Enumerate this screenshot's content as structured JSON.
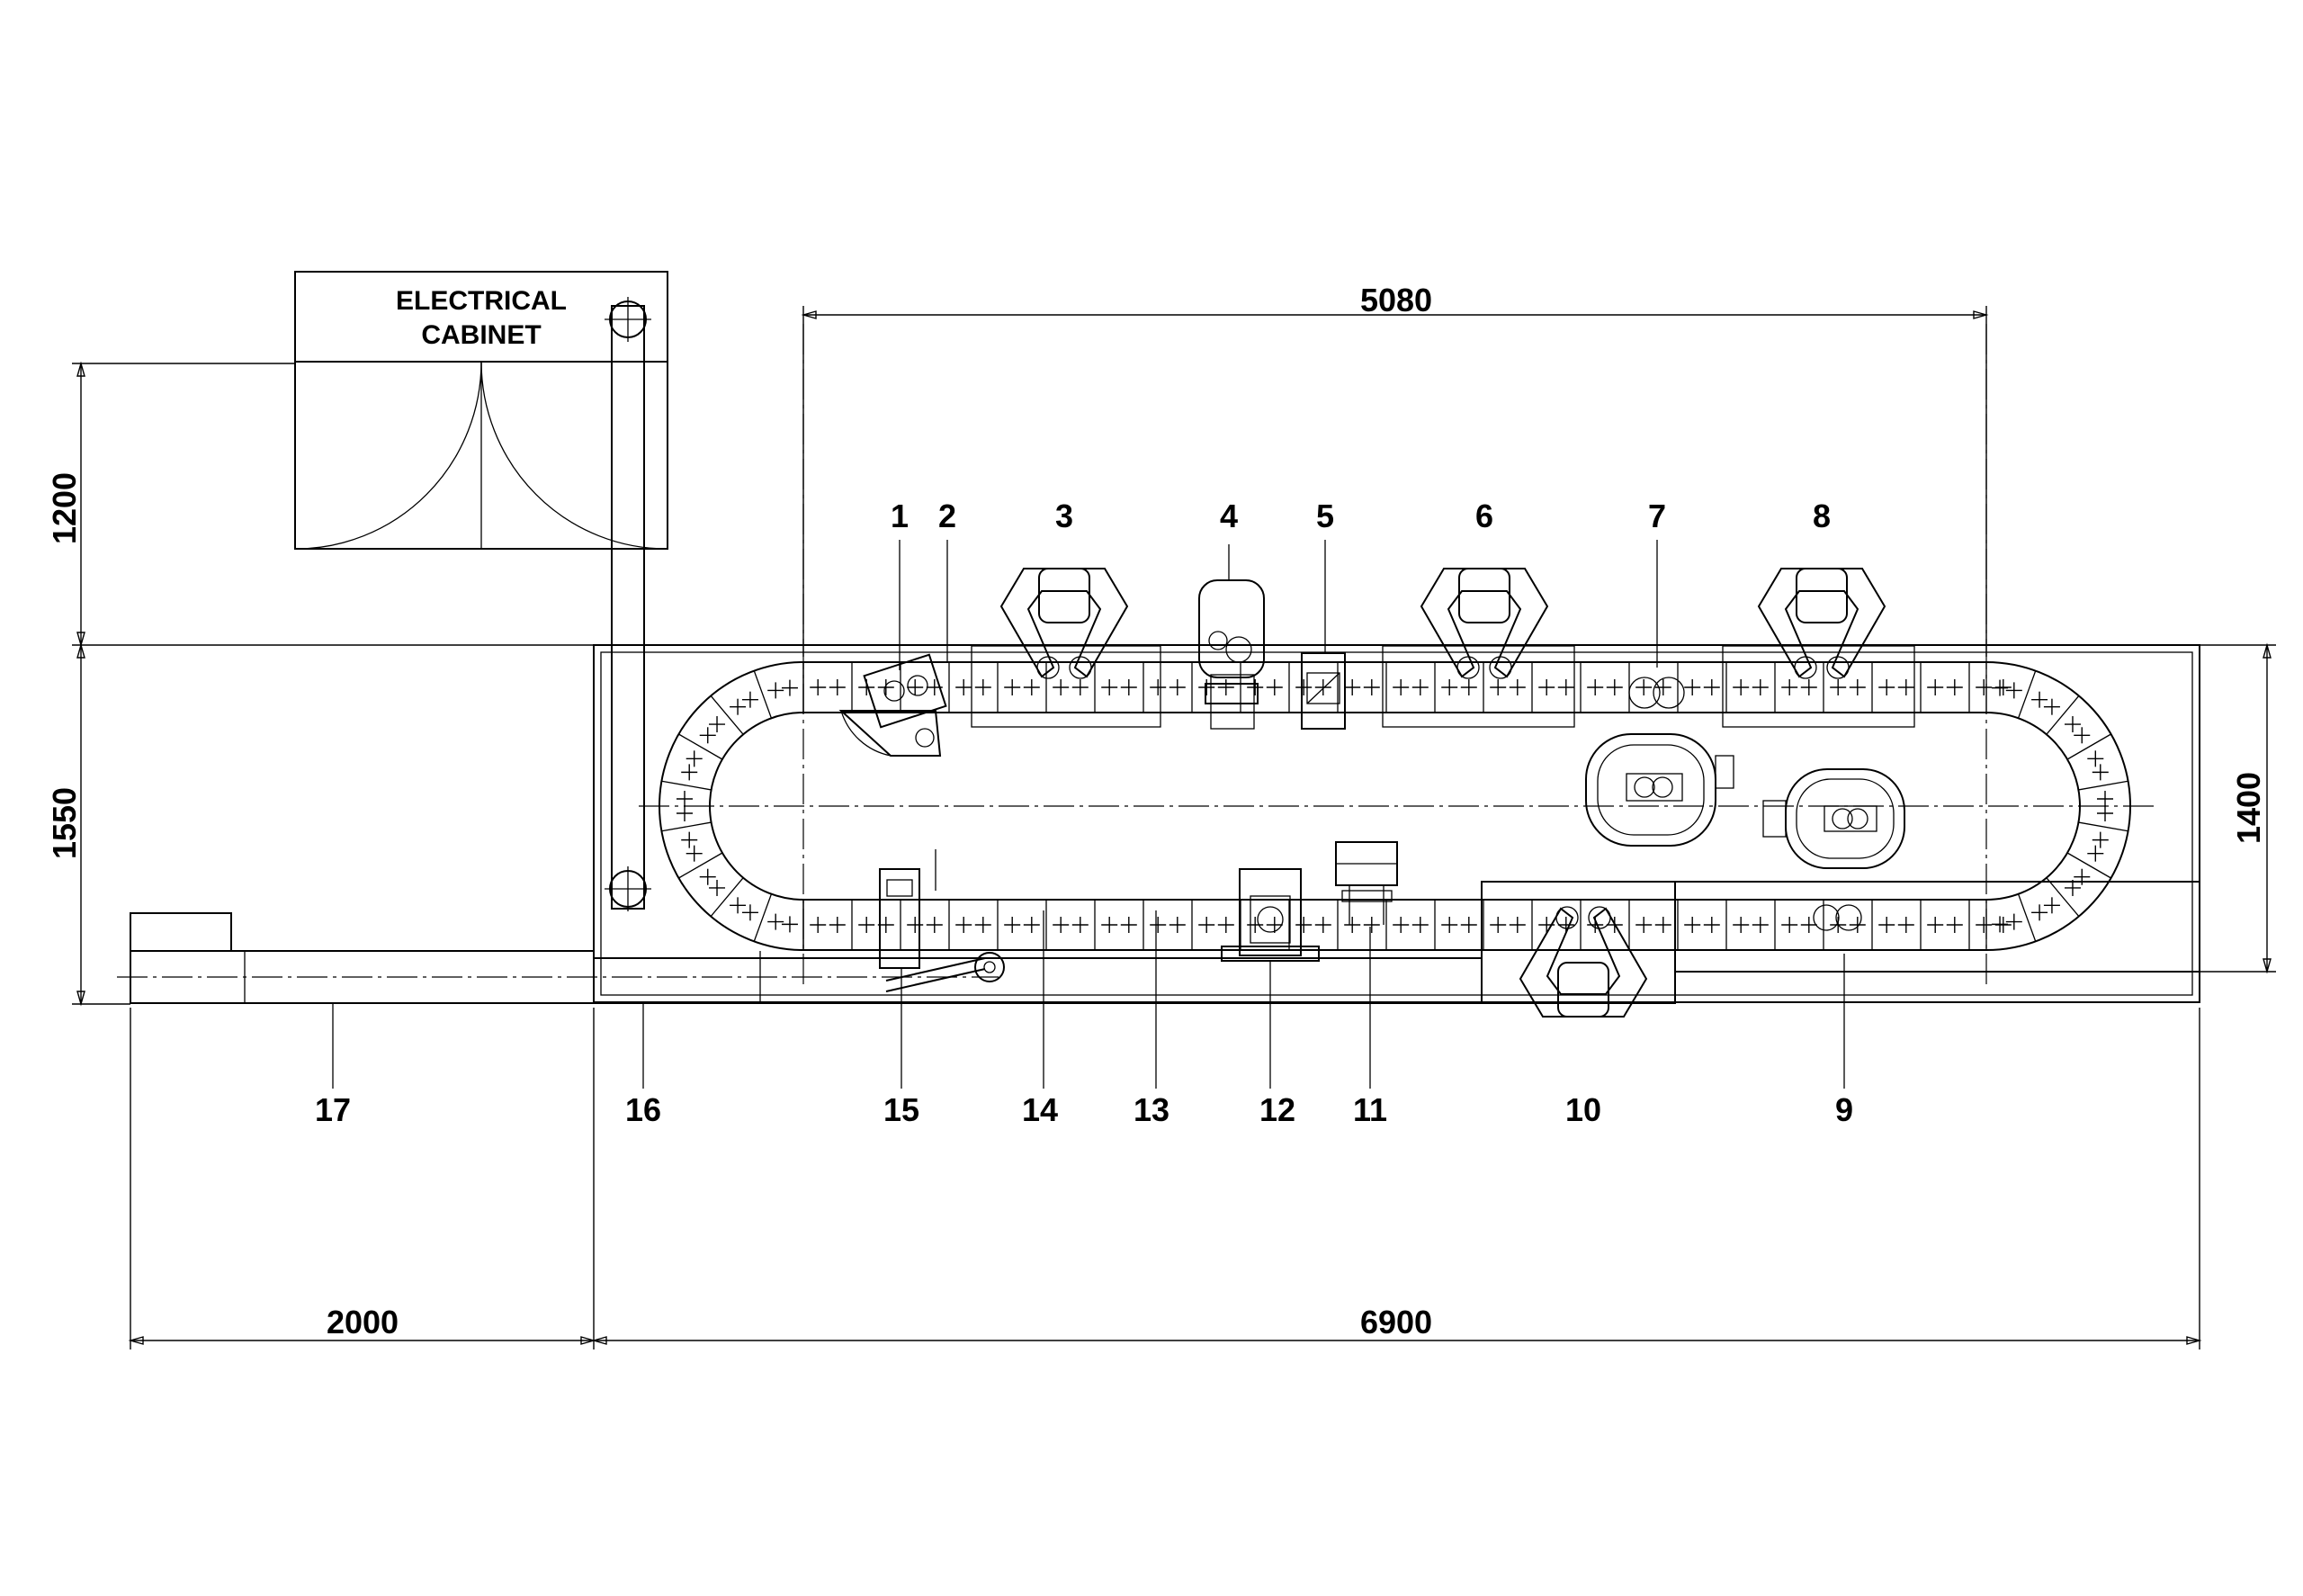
{
  "cabinet": {
    "line1": "ELECTRICAL",
    "line2": "CABINET"
  },
  "dimensions": {
    "top_length": "5080",
    "left_width": "2000",
    "overall_length": "6900",
    "cabinet_height": "1200",
    "left_height": "1550",
    "right_height": "1400"
  },
  "stations": [
    "1",
    "2",
    "3",
    "4",
    "5",
    "6",
    "7",
    "8",
    "9",
    "10",
    "11",
    "12",
    "13",
    "14",
    "15",
    "16",
    "17"
  ]
}
